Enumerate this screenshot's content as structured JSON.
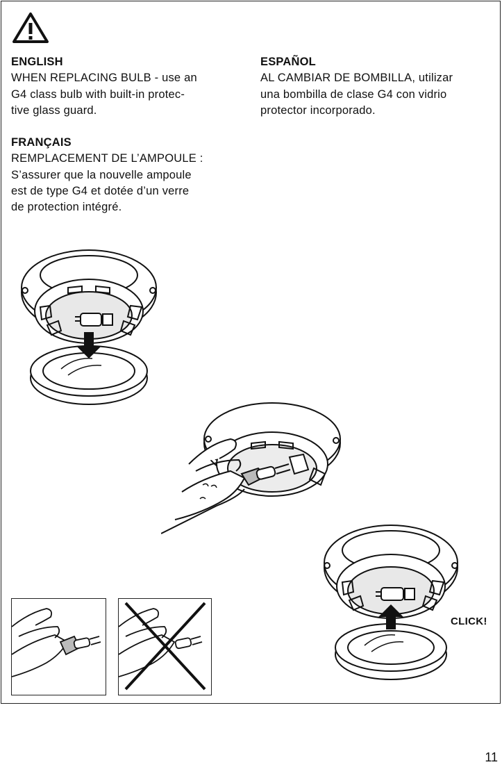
{
  "warning_icon": "warning-triangle-icon",
  "english": {
    "heading": "ENGLISH",
    "text": "WHEN REPLACING BULB - use an\nG4 class bulb with built-in protec-\ntive glass guard."
  },
  "french": {
    "heading": "FRANÇAIS",
    "text": "REMPLACEMENT DE L’AMPOULE :\nS’assurer que la nouvelle ampoule\nest de type G4 et dotée d’un verre\nde protection intégré."
  },
  "spanish": {
    "heading": "ESPAÑOL",
    "text": "AL CAMBIAR DE BOMBILLA, utilizar\nuna bombilla de clase G4 con vidrio\nprotector incorporado."
  },
  "click_label": "CLICK!",
  "page_number": "11"
}
